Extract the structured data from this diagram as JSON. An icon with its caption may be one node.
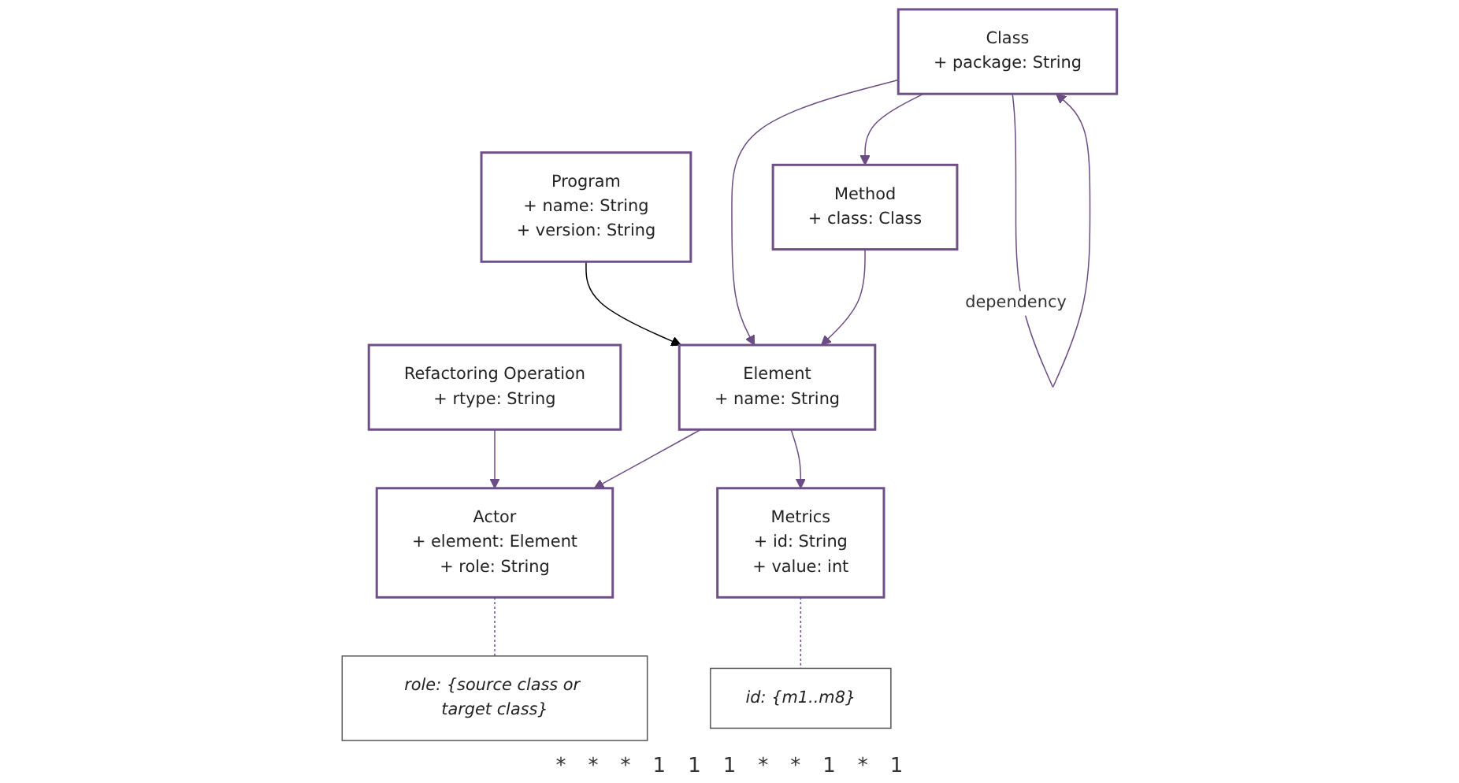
{
  "diagram": {
    "nodes": [
      {
        "text": [
          "Refactoring Operation",
          "+ rtype: String"
        ]
      },
      {
        "text": [
          "Actor",
          "+ element: Element",
          "+ role: String"
        ]
      },
      {
        "text": [
          "role: {source class or target class}"
        ]
      },
      {
        "text": [
          "Program",
          "+ name: String",
          "+ version: String"
        ]
      },
      {
        "text": [
          "Element",
          "+ name: String"
        ]
      },
      {
        "text": [
          "Metrics",
          "+ id: String",
          "+ value: int"
        ]
      },
      {
        "text": [
          "Class",
          "+ package: String"
        ]
      },
      {
        "text": [
          "Method",
          "+ class: Class"
        ]
      },
      {
        "text": [
          "id: {m1..m8}"
        ]
      }
    ],
    "edges": [
      {
        "from": 0,
        "to": 1,
        "arrow": "to"
      },
      {
        "from": 1,
        "to": 2,
        "arrow": "none",
        "style": "dashed"
      },
      {
        "from": 4,
        "to": 1,
        "arrow": "to"
      },
      {
        "from": 3,
        "to": 4,
        "arrow": "to",
        "color": "#000000"
      },
      {
        "from": 4,
        "to": 5,
        "arrow": "to"
      },
      {
        "from": 6,
        "to": 4,
        "arrow": "to"
      },
      {
        "from": 7,
        "to": 4,
        "arrow": "to"
      },
      {
        "from": 6,
        "to": 7,
        "arrow": "to"
      },
      {
        "from": 6,
        "to": 6,
        "arrow": "to",
        "label": "dependency"
      },
      {
        "from": 5,
        "to": 8,
        "arrow": "none",
        "style": "dashed"
      }
    ],
    "labels": [
      "*",
      "*",
      "*",
      "1",
      "1",
      "1",
      "*",
      "*",
      "1",
      "*",
      "1"
    ]
  }
}
